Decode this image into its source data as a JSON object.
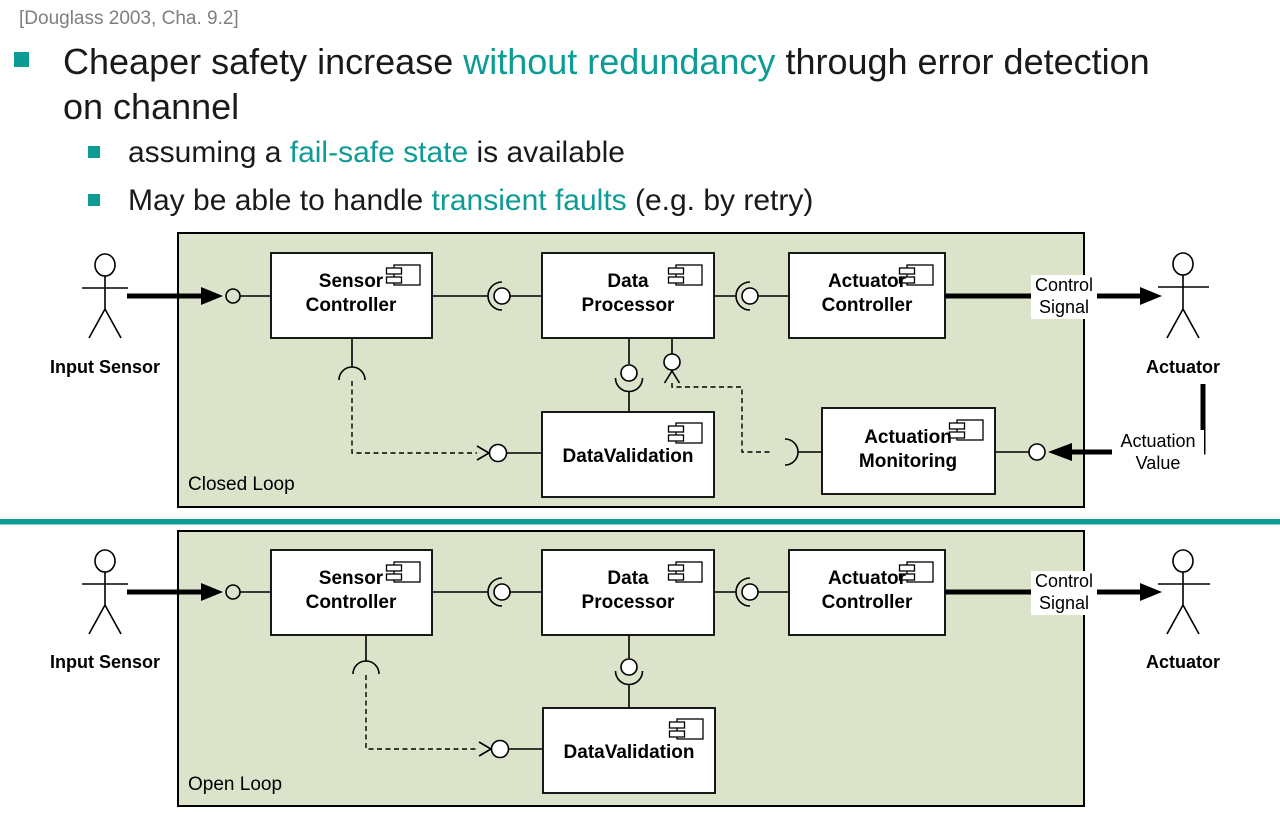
{
  "slide": {
    "citation": "[Douglass 2003, Cha. 9.2]",
    "bullet_main": {
      "pre": "Cheaper safety increase ",
      "highlight": "without redundancy",
      "post": " through error detection",
      "line2": "on channel"
    },
    "bullet_sub1": {
      "pre": "assuming a ",
      "highlight": "fail-safe state",
      "post": " is available"
    },
    "bullet_sub2": {
      "pre": "May be able to handle ",
      "highlight": "transient faults",
      "post": " (e.g. by retry)"
    }
  },
  "colors": {
    "teal": "#0d9c94",
    "diagram_background": "#dce3cb",
    "citation_gray": "#7f7f7f"
  },
  "closed_loop": {
    "label": "Closed Loop",
    "input_actor": "Input Sensor",
    "output_actor": "Actuator",
    "sensor_controller_1": "Sensor",
    "sensor_controller_2": "Controller",
    "data_processor_1": "Data",
    "data_processor_2": "Processor",
    "actuator_controller_1": "Actuator",
    "actuator_controller_2": "Controller",
    "data_validation": "DataValidation",
    "actuation_monitoring_1": "Actuation",
    "actuation_monitoring_2": "Monitoring",
    "control_signal_1": "Control",
    "control_signal_2": "Signal",
    "actuation_value_1": "Actuation",
    "actuation_value_2": "Value"
  },
  "open_loop": {
    "label": "Open Loop",
    "input_actor": "Input Sensor",
    "output_actor": "Actuator",
    "sensor_controller_1": "Sensor",
    "sensor_controller_2": "Controller",
    "data_processor_1": "Data",
    "data_processor_2": "Processor",
    "actuator_controller_1": "Actuator",
    "actuator_controller_2": "Controller",
    "data_validation": "DataValidation",
    "control_signal_1": "Control",
    "control_signal_2": "Signal"
  }
}
